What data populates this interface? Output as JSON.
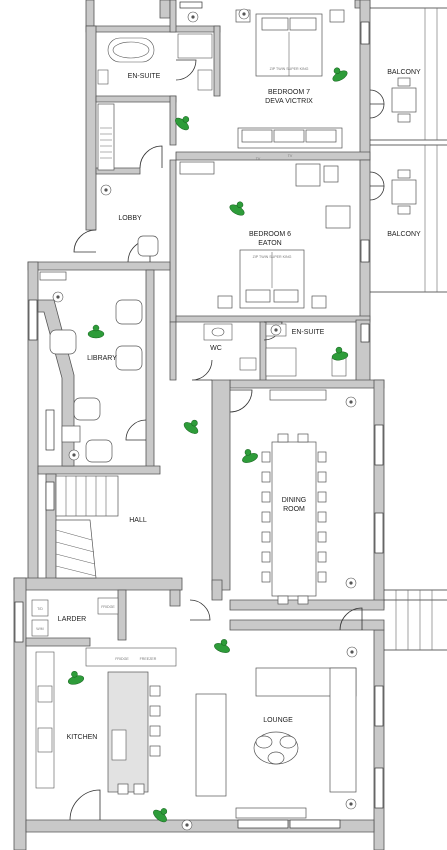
{
  "rooms": {
    "ensuite_top": "EN-SUITE",
    "bedroom7_name": "BEDROOM 7",
    "bedroom7_sub": "DEVA VICTRIX",
    "balcony_top": "BALCONY",
    "balcony_mid": "BALCONY",
    "lobby": "LOBBY",
    "bedroom6_name": "BEDROOM 6",
    "bedroom6_sub": "EATON",
    "library": "LIBRARY",
    "wc": "WC",
    "ensuite_mid": "EN-SUITE",
    "dining_line1": "DINING",
    "dining_line2": "ROOM",
    "hall": "HALL",
    "larder": "LARDER",
    "kitchen": "KITCHEN",
    "lounge": "LOUNGE"
  },
  "fixtures": {
    "bed7_label": "ZIP TWIN SUPER KING",
    "bed6_label": "ZIP TWIN SUPER KING",
    "fridge_left": "FRIDGE",
    "freezer_left": "FREEZER",
    "fridge_larder": "FRIDGE",
    "tumble_dryer": "T/D",
    "washing_machine": "W/M",
    "tv7": "TV",
    "tv6": "TV"
  },
  "colors": {
    "wall_fill": "#c9c9c9",
    "person_icon": "#2e9c3a",
    "speckle_floor": "#e2e2e2"
  },
  "icons": [
    "person-icon",
    "smoke-detector-icon",
    "window-icon",
    "door-swing-icon"
  ]
}
